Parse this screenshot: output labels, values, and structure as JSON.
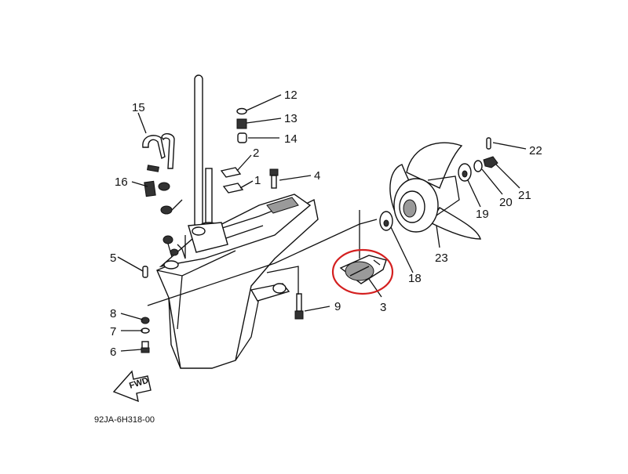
{
  "callouts": {
    "c1": "1",
    "c2": "2",
    "c3": "3",
    "c4": "4",
    "c5": "5",
    "c6": "6",
    "c7": "7",
    "c8": "8",
    "c9": "9",
    "c12": "12",
    "c13": "13",
    "c14": "14",
    "c15": "15",
    "c16": "16",
    "c18": "18",
    "c19": "19",
    "c20": "20",
    "c21": "21",
    "c22": "22",
    "c23": "23"
  },
  "direction_label": "FWD",
  "diagram_code": "92JA-6H318-00",
  "highlight": {
    "target_part": "3",
    "color": "#d42020"
  }
}
